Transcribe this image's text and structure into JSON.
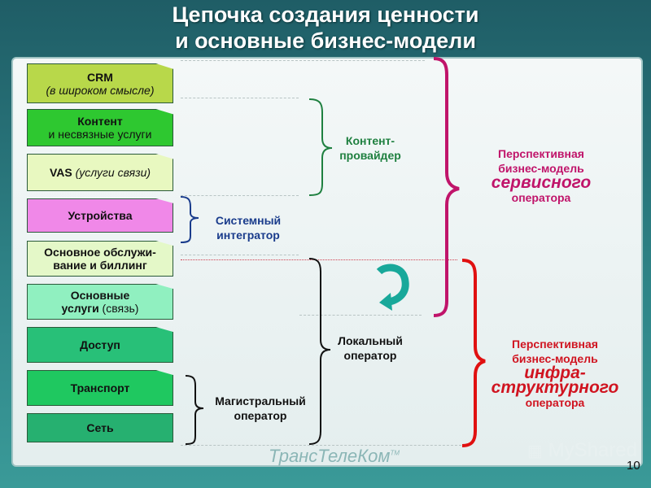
{
  "title": {
    "line1": "Цепочка создания ценности",
    "line2": "и основные бизнес-модели"
  },
  "layers": [
    {
      "bold": "CRM",
      "rest": "",
      "line2": "(в широком смысле)",
      "line2_italic": true
    },
    {
      "bold": "Контент",
      "rest": "",
      "line2": "и несвязные услуги",
      "line2_italic": false
    },
    {
      "bold": "VAS",
      "rest": " (услуги связи)",
      "line2": "",
      "line2_italic": false
    },
    {
      "bold": "Устройства",
      "rest": "",
      "line2": "",
      "line2_italic": false
    },
    {
      "bold": "Основное обслужи-",
      "rest": "",
      "line2": "вание и биллинг",
      "line2_italic": false,
      "line2_bold": true
    },
    {
      "bold": "Основные",
      "rest": "",
      "line2": "услуги",
      "line2_rest": " (связь)",
      "line2_italic": false,
      "line2_bold": true
    },
    {
      "bold": "Доступ",
      "rest": "",
      "line2": "",
      "line2_italic": false
    },
    {
      "bold": "Транспорт",
      "rest": "",
      "line2": "",
      "line2_italic": false
    },
    {
      "bold": "Сеть",
      "rest": "",
      "line2": "",
      "line2_italic": false
    }
  ],
  "labels": {
    "content_provider": "Контент-\nпровайдер",
    "system_integrator": "Системный\nинтегратор",
    "local_operator": "Локальный\nоператор",
    "backbone_operator": "Магистральный\nоператор",
    "service_l1": "Перспективная",
    "service_l2": "бизнес-модель",
    "service_l3": "сервисного",
    "service_l4": "оператора",
    "infra_l1": "Перспективная",
    "infra_l2": "бизнес-модель",
    "infra_l3": "инфра-",
    "infra_l4": "структурного",
    "infra_l5": "оператора"
  },
  "footer": {
    "logo": "ТрансТелеКом",
    "logo_mark": "TM",
    "watermark": "MyShared",
    "page": "10"
  },
  "colors": {
    "service": "#c0146a",
    "infra": "#d01420",
    "content_bracket": "#1f8040",
    "system_bracket": "#1a3c8c"
  }
}
